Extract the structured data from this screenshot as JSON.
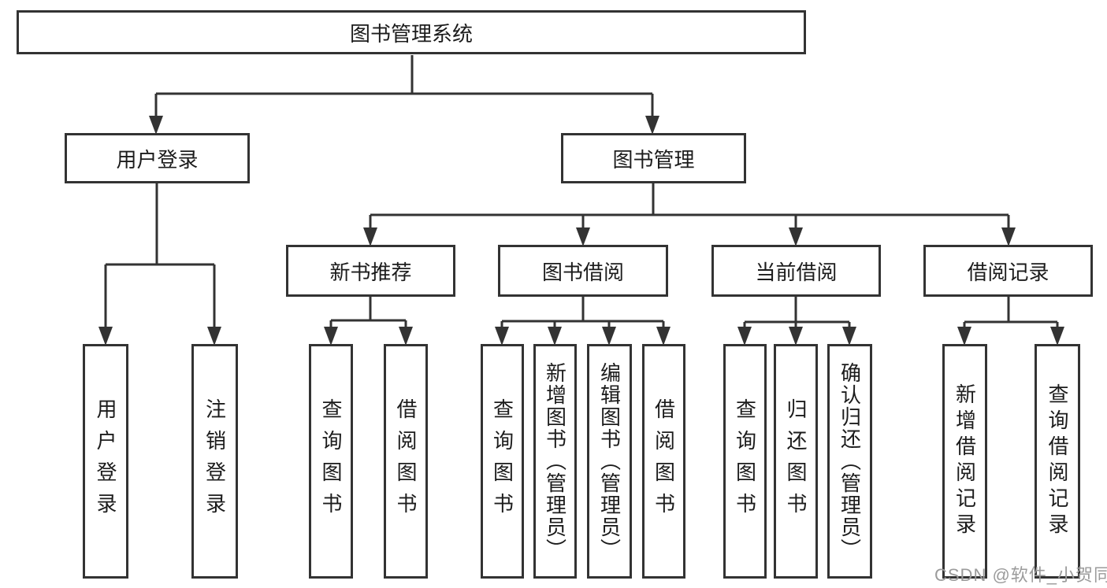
{
  "diagram": {
    "root": {
      "label": "图书管理系统"
    },
    "branches": [
      {
        "label": "用户登录",
        "children": [
          {
            "label": "用户登录"
          },
          {
            "label": "注销登录"
          }
        ]
      },
      {
        "label": "图书管理",
        "children": [
          {
            "label": "新书推荐",
            "children": [
              {
                "label": "查询图书"
              },
              {
                "label": "借阅图书"
              }
            ]
          },
          {
            "label": "图书借阅",
            "children": [
              {
                "label": "查询图书"
              },
              {
                "label": "新增图书（管理员）"
              },
              {
                "label": "编辑图书（管理员）"
              },
              {
                "label": "借阅图书"
              }
            ]
          },
          {
            "label": "当前借阅",
            "children": [
              {
                "label": "查询图书"
              },
              {
                "label": "归还图书"
              },
              {
                "label": "确认归还（管理员）"
              }
            ]
          },
          {
            "label": "借阅记录",
            "children": [
              {
                "label": "新增借阅记录"
              },
              {
                "label": "查询借阅记录"
              }
            ]
          }
        ]
      }
    ]
  },
  "watermark": {
    "text": "CSDN @软件_小贺同学"
  },
  "colors": {
    "line": "#333333",
    "text": "#1c1c1c",
    "watermark": "#9b9b9b",
    "background": "#ffffff"
  }
}
